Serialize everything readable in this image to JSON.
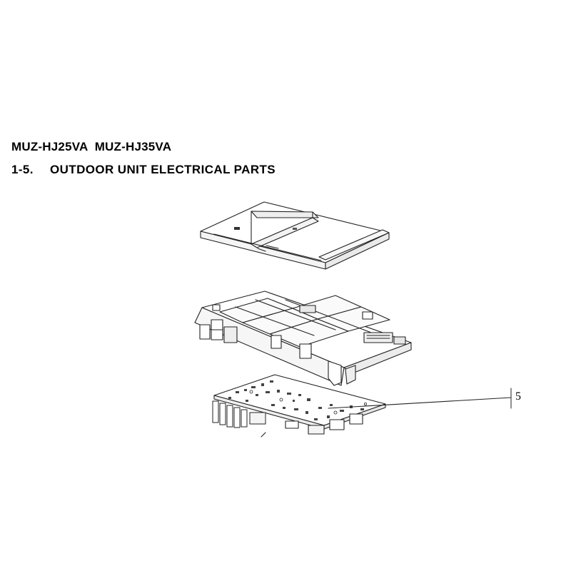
{
  "header": {
    "models": "MUZ-HJ25VA  MUZ-HJ35VA",
    "section_number": "1-5.",
    "section_title": "OUTDOOR UNIT ELECTRICAL PARTS"
  },
  "diagram": {
    "parts": [
      {
        "name": "cover-plate"
      },
      {
        "name": "electrical-box-frame"
      },
      {
        "name": "pcb-board"
      }
    ],
    "callouts": [
      {
        "label": "5"
      }
    ]
  }
}
